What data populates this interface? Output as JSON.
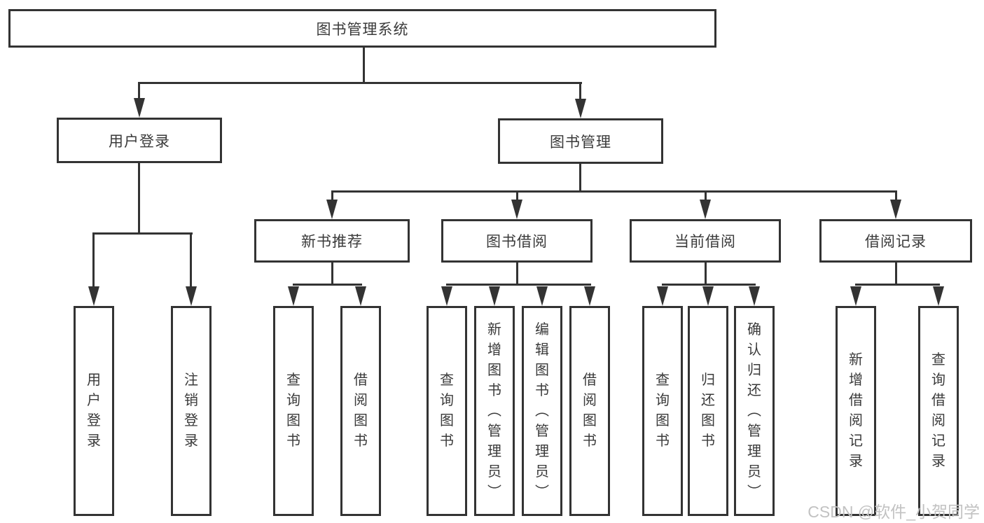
{
  "root": {
    "label": "图书管理系统"
  },
  "branches": {
    "user_login": {
      "label": "用户登录",
      "children": [
        "用户登录",
        "注销登录"
      ]
    },
    "book_manage": {
      "label": "图书管理",
      "children": {
        "new_book": {
          "label": "新书推荐",
          "children": [
            "查询图书",
            "借阅图书"
          ]
        },
        "book_borrow": {
          "label": "图书借阅",
          "children": [
            "查询图书",
            "新增图书（管理员）",
            "编辑图书（管理员）",
            "借阅图书"
          ]
        },
        "current_borrow": {
          "label": "当前借阅",
          "children": [
            "查询图书",
            "归还图书",
            "确认归还（管理员）"
          ]
        },
        "borrow_record": {
          "label": "借阅记录",
          "children": [
            "新增借阅记录",
            "查询借阅记录"
          ]
        }
      }
    }
  },
  "watermark": "CSDN @软件_小贺同学",
  "colors": {
    "line": "#333333",
    "text": "#3a3a3a",
    "watermark": "#c2c2c2",
    "box_background": "#ffffff"
  }
}
